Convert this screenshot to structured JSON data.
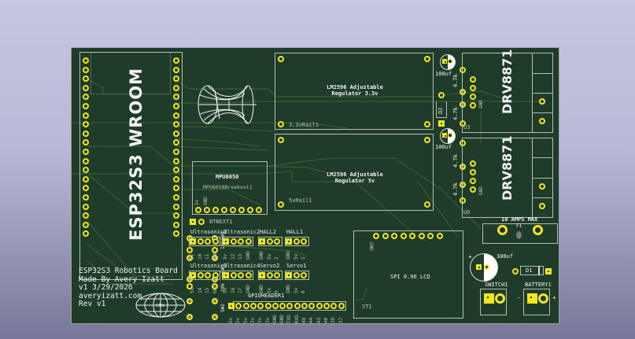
{
  "app": {
    "view": "PCB 3D viewer",
    "background_colors": [
      "#c7c7e3",
      "#78789a"
    ]
  },
  "board": {
    "color": "#1f3b2a",
    "silkscreen_color": "#f2f2f2",
    "pad_color": "#f0e81c",
    "info": {
      "line1": "ESP32S3 Robotics Board",
      "line2": "Made By Avery Izatt",
      "line3": "v1 3/29/2026",
      "line4": "averyizatt.com",
      "line5": "Rev v1"
    },
    "logo_globe_text": "GNU",
    "components": {
      "esp32": {
        "label": "ESP32S3 WROOM"
      },
      "reg33": {
        "title1": "LM2596 Adjustable",
        "title2": "Regulator 3.3v",
        "ref": "3.3vRail1"
      },
      "reg5": {
        "title1": "LM2596 Adjustable",
        "title2": "Regulator 5v",
        "ref": "5vRail1"
      },
      "drv_top": {
        "label": "DRV8871",
        "ref": "U3",
        "pin_label": "GND"
      },
      "drv_bottom": {
        "label": "DRV8871",
        "ref": "U6",
        "pin_label": "GND"
      },
      "cap_top": {
        "label": "100uf"
      },
      "cap_mid": {
        "label": "100uf"
      },
      "cap_big": {
        "label": "300uf",
        "polarity": "+"
      },
      "d2": {
        "label": "D2"
      },
      "d1": {
        "label": "D1"
      },
      "res_labels": [
        "4.7k",
        "4.7k",
        "4.7k",
        "4.7k"
      ],
      "mpu": {
        "title": "MPU6050",
        "ref": "MPU6050Breakout1",
        "pin_5v": "5v",
        "pin_gnd": "GND"
      },
      "btnext": {
        "ref": "BTNEXT1"
      },
      "lcd": {
        "title": "SPI 0.96 LCD",
        "ref": "ST1",
        "pin_gnd": "GND"
      },
      "fuse": {
        "title": "10 AMPS MAX",
        "ref": "F1"
      },
      "switch": {
        "ref": "SWITCH1"
      },
      "battery": {
        "ref": "BATTERY1",
        "minus": "-",
        "plus": "+"
      },
      "sw1": {
        "ref": "SW1",
        "r1": "10k",
        "r2": "10k"
      },
      "sw2": {
        "ref": "SW2",
        "r1": "10k"
      }
    },
    "headers": [
      {
        "ref": "Ultrasonic1",
        "pins": [
          "5v",
          "10",
          "11",
          "GND"
        ]
      },
      {
        "ref": "Ultrasonic2",
        "pins": [
          "5v",
          "12",
          "13",
          "GND"
        ]
      },
      {
        "ref": "HALL2",
        "pins": [
          "GND",
          "5v",
          "2"
        ]
      },
      {
        "ref": "HALL1",
        "pins": [
          "GND",
          "5v",
          "1"
        ]
      },
      {
        "ref": "Ultrasonic3",
        "pins": [
          "5v",
          "14",
          "15",
          "GND"
        ]
      },
      {
        "ref": "Ultrasonic4",
        "pins": [
          "5v",
          "16",
          "17",
          "GND"
        ]
      },
      {
        "ref": "Servo2",
        "pins": [
          "GND",
          "5v",
          "9"
        ]
      },
      {
        "ref": "Servo1",
        "pins": [
          "GND",
          "5v",
          "8"
        ]
      }
    ],
    "gpio_header": {
      "ref": "GPIOHEADER1",
      "pins": [
        "5v",
        "5v",
        "5v",
        "3v",
        "3v",
        "3v",
        "GND",
        "GND",
        "TXD",
        "RXD",
        "48",
        "44",
        "43",
        "40",
        "38",
        "37"
      ]
    }
  }
}
